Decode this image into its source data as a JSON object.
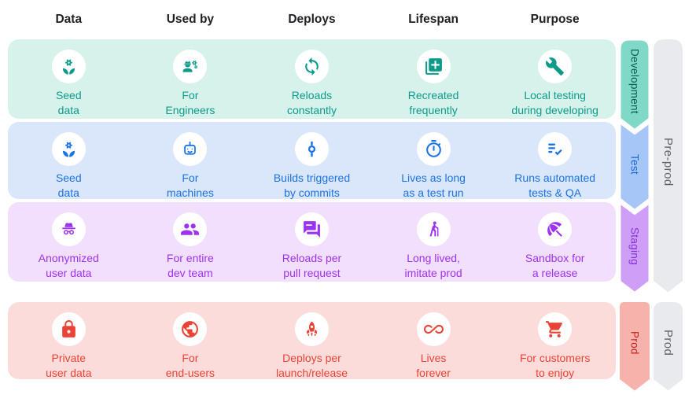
{
  "columns": [
    "Data",
    "Used by",
    "Deploys",
    "Lifespan",
    "Purpose"
  ],
  "environments": [
    {
      "id": "development",
      "label": "Development",
      "colors": {
        "row_bg": "#d6f2ea",
        "accent": "#0c9b8b",
        "ribbon_bg": "#80d8c6",
        "ribbon_text": "#0b5c52"
      },
      "cells": [
        {
          "icon": "seed-icon",
          "line1": "Seed",
          "line2": "data"
        },
        {
          "icon": "engineer-icon",
          "line1": "For",
          "line2": "Engineers"
        },
        {
          "icon": "sync-icon",
          "line1": "Reloads",
          "line2": "constantly"
        },
        {
          "icon": "library-add-icon",
          "line1": "Recreated",
          "line2": "frequently"
        },
        {
          "icon": "wrench-icon",
          "line1": "Local testing",
          "line2": "during developing"
        }
      ]
    },
    {
      "id": "test",
      "label": "Test",
      "colors": {
        "row_bg": "#dae6f9",
        "accent": "#1a73e8",
        "ribbon_bg": "#a6c6f7",
        "ribbon_text": "#1967d2"
      },
      "cells": [
        {
          "icon": "seed-icon",
          "line1": "Seed",
          "line2": "data"
        },
        {
          "icon": "robot-icon",
          "line1": "For",
          "line2": "machines"
        },
        {
          "icon": "commit-icon",
          "line1": "Builds triggered",
          "line2": "by commits"
        },
        {
          "icon": "timer-icon",
          "line1": "Lives as long",
          "line2": "as a test run"
        },
        {
          "icon": "checklist-icon",
          "line1": "Runs automated",
          "line2": "tests & QA"
        }
      ]
    },
    {
      "id": "staging",
      "label": "Staging",
      "colors": {
        "row_bg": "#f2defd",
        "accent": "#9d33f2",
        "ribbon_bg": "#cf9ff7",
        "ribbon_text": "#8430db"
      },
      "cells": [
        {
          "icon": "incognito-icon",
          "line1": "Anonymized",
          "line2": "user data"
        },
        {
          "icon": "group-icon",
          "line1": "For entire",
          "line2": "dev team"
        },
        {
          "icon": "chat-icon",
          "line1": "Reloads per",
          "line2": "pull request"
        },
        {
          "icon": "hiking-icon",
          "line1": "Long lived,",
          "line2": "imitate prod"
        },
        {
          "icon": "umbrella-icon",
          "line1": "Sandbox for",
          "line2": "a release"
        }
      ]
    },
    {
      "id": "prod",
      "label": "Prod",
      "colors": {
        "row_bg": "#fcdcda",
        "accent": "#ea4335",
        "ribbon_bg": "#f8b2ac",
        "ribbon_text": "#c5221f"
      },
      "cells": [
        {
          "icon": "lock-icon",
          "line1": "Private",
          "line2": "user data"
        },
        {
          "icon": "globe-icon",
          "line1": "For",
          "line2": "end-users"
        },
        {
          "icon": "rocket-icon",
          "line1": "Deploys per",
          "line2": "launch/release"
        },
        {
          "icon": "infinity-icon",
          "line1": "Lives",
          "line2": "forever"
        },
        {
          "icon": "cart-icon",
          "line1": "For customers",
          "line2": "to enjoy"
        }
      ]
    }
  ],
  "groups": [
    {
      "id": "pre-prod",
      "label": "Pre-prod"
    },
    {
      "id": "prod",
      "label": "Prod"
    }
  ],
  "group_colors": {
    "bg": "#e9eaee",
    "text": "#5f6368"
  }
}
